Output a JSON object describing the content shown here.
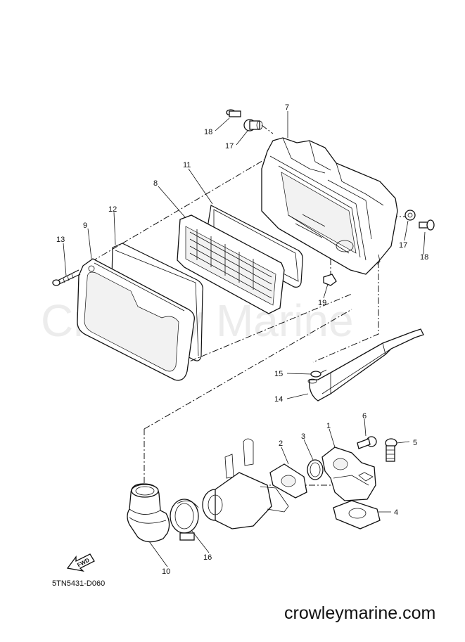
{
  "diagram": {
    "drawing_code": "5TN5431-D060",
    "watermark": "Crowley Marine",
    "website": "crowleymarine.com",
    "fwd_label": "FWD",
    "callouts": [
      {
        "id": "1",
        "text": "1"
      },
      {
        "id": "2",
        "text": "2"
      },
      {
        "id": "3",
        "text": "3"
      },
      {
        "id": "4",
        "text": "4"
      },
      {
        "id": "5",
        "text": "5"
      },
      {
        "id": "6",
        "text": "6"
      },
      {
        "id": "7",
        "text": "7"
      },
      {
        "id": "8",
        "text": "8"
      },
      {
        "id": "9",
        "text": "9"
      },
      {
        "id": "10",
        "text": "10"
      },
      {
        "id": "11",
        "text": "11"
      },
      {
        "id": "12",
        "text": "12"
      },
      {
        "id": "13",
        "text": "13"
      },
      {
        "id": "14",
        "text": "14"
      },
      {
        "id": "15",
        "text": "15"
      },
      {
        "id": "16",
        "text": "16"
      },
      {
        "id": "17a",
        "text": "17"
      },
      {
        "id": "17b",
        "text": "17"
      },
      {
        "id": "18a",
        "text": "18"
      },
      {
        "id": "18b",
        "text": "18"
      },
      {
        "id": "19",
        "text": "19"
      }
    ]
  }
}
